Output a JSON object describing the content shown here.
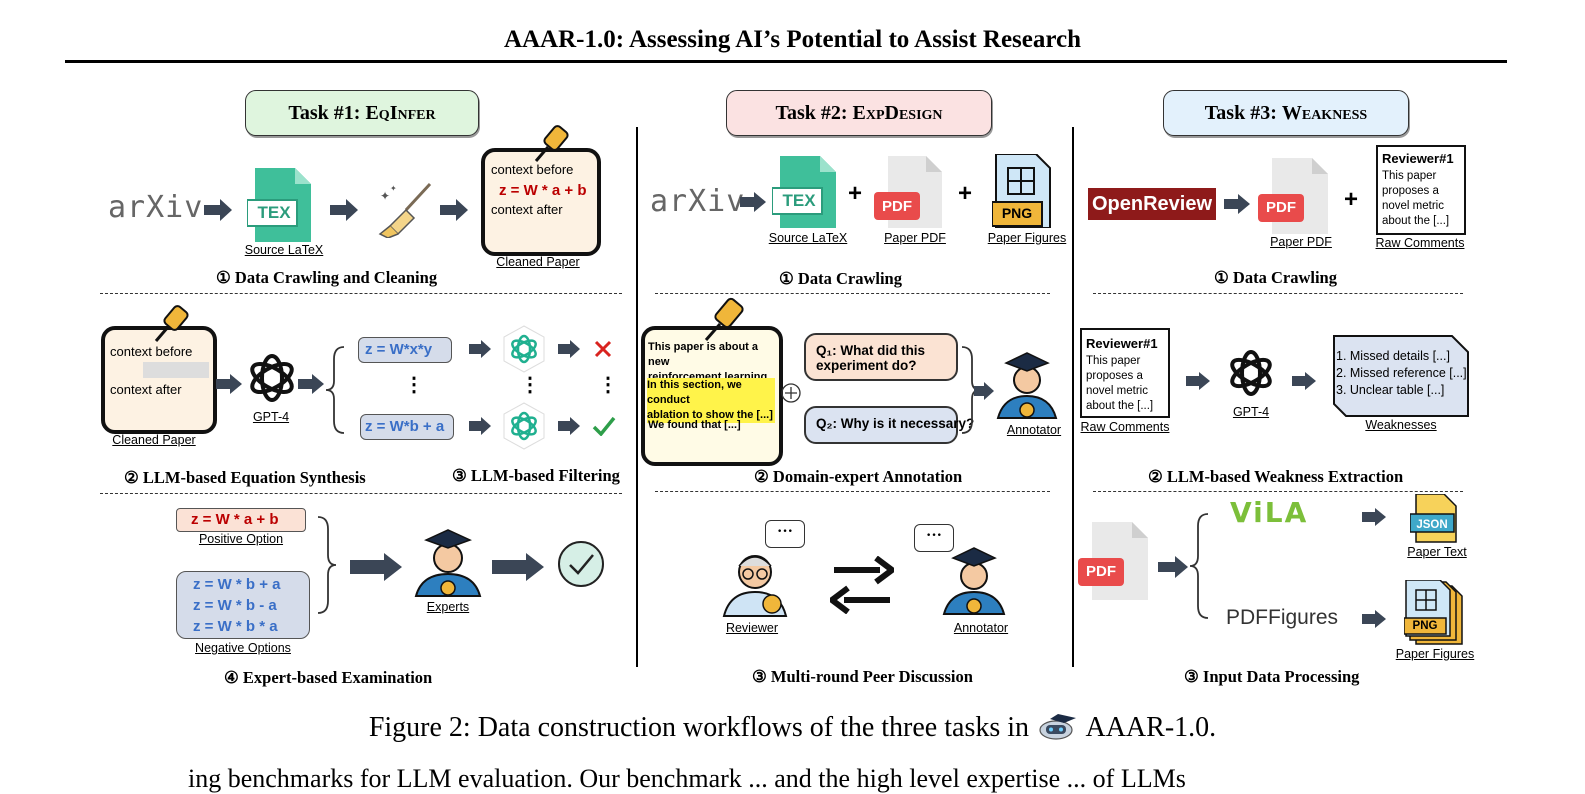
{
  "header": {
    "title": "AAAR-1.0: Assessing AI’s Potential to Assist Research"
  },
  "colors": {
    "task1": "#dff5de",
    "task2": "#fbe2e2",
    "task3": "#e3f1fc",
    "openreview": "#8e1a1a",
    "pdf_red": "#e94b4b",
    "tex_green": "#3fbf9a",
    "check_green": "#2e9e4a",
    "cross_red": "#d9231f",
    "formula_red": "#b00000",
    "formula_blue": "#3a6fc7"
  },
  "task1": {
    "tag_prefix": "Task #1: ",
    "tag_name": "EqInfer",
    "arxiv": "arXiv",
    "tex_badge": "TEX",
    "source_latex": "Source LaTeX",
    "cleaned_paper": "Cleaned Paper",
    "context_before": "context before",
    "formula": "z = W * a + b",
    "context_after": "context after",
    "step1": "① Data Crawling and Cleaning",
    "gpt4": "GPT-4",
    "cand_top": "z = W*x*y",
    "cand_bottom": "z = W*b + a",
    "dots": "⋮",
    "step2": "② LLM-based Equation Synthesis",
    "step3": "③ LLM-based Filtering",
    "positive_formula": "z = W * a + b",
    "positive_label": "Positive Option",
    "neg1": "z = W * b + a",
    "neg2": "z = W * b - a",
    "neg3": "z = W * b * a",
    "negative_label": "Negative Options",
    "experts": "Experts",
    "step4": "④ Expert-based Examination"
  },
  "task2": {
    "tag_prefix": "Task #2: ",
    "tag_name": "ExpDesign",
    "arxiv": "arXiv",
    "tex_badge": "TEX",
    "source_latex": "Source LaTeX",
    "pdf_badge": "PDF",
    "paper_pdf": "Paper PDF",
    "png_badge": "PNG",
    "paper_figures": "Paper Figures",
    "plus": "+",
    "step1": "① Data Crawling",
    "note_line1": "This paper is about a new",
    "note_line2": "reinforcement learning [....]",
    "note_hl1": "In this section, we conduct",
    "note_hl2": "ablation to show the  [...]",
    "note_line3": "We found that [...]",
    "q1": "Q₁: What did this experiment do?",
    "q2": "Q₂: Why is it necessary?",
    "annotator": "Annotator",
    "step2": "② Domain-expert Annotation",
    "reviewer": "Reviewer",
    "annotator2": "Annotator",
    "bubble": "···",
    "step3": "③ Multi-round Peer Discussion"
  },
  "task3": {
    "tag_prefix": "Task #3: ",
    "tag_name": "Weakness",
    "openreview": "OpenReview",
    "pdf_badge": "PDF",
    "paper_pdf": "Paper PDF",
    "plus": "+",
    "reviewer_title": "Reviewer#1",
    "review_lines": [
      "This paper",
      "proposes a",
      "novel metric",
      "about the [...]"
    ],
    "raw_comments": "Raw Comments",
    "step1": "① Data Crawling",
    "gpt4": "GPT-4",
    "weak1": "1. Missed details [...]",
    "weak2": "2. Missed reference [...]",
    "weak3": "3. Unclear table [...]",
    "weaknesses": "Weaknesses",
    "step2": "② LLM-based Weakness Extraction",
    "vila": "ViLA",
    "json_badge": "JSON",
    "paper_text": "Paper Text",
    "pdffigures": "PDFFigures",
    "png_badge": "PNG",
    "paper_figures": "Paper Figures",
    "step3": "③ Input Data Processing"
  },
  "caption": {
    "prefix": "Figure 2: Data construction workflows of the three tasks in",
    "suffix": "AAAR-1.0."
  },
  "body_text": "ing benchmarks for LLM evaluation. Our benchmark ... and the high level expertise ... of LLMs"
}
